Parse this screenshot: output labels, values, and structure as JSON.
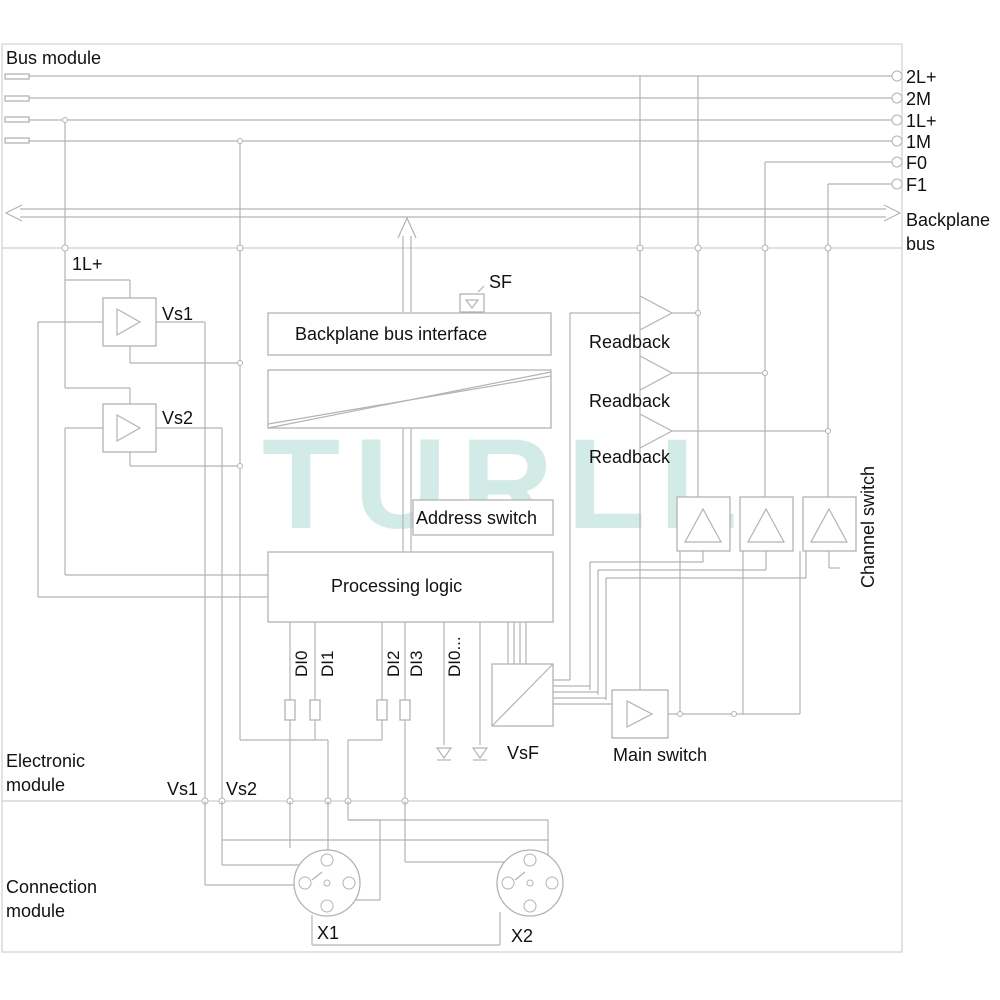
{
  "regions": {
    "bus_module": "Bus module",
    "electronic_module_line1": "Electronic",
    "electronic_module_line2": "module",
    "connection_module_line1": "Connection",
    "connection_module_line2": "module"
  },
  "terminals": [
    "2L+",
    "2M",
    "1L+",
    "1M",
    "F0",
    "F1"
  ],
  "backplane_line1": "Backplane",
  "backplane_line2": "bus",
  "supply_label": "1L+",
  "sensor_supplies": [
    "Vs1",
    "Vs2"
  ],
  "status_led": "SF",
  "blocks": {
    "backplane_interface": "Backplane bus interface",
    "address_switch": "Address switch",
    "processing_logic": "Processing logic",
    "main_switch": "Main switch",
    "vsf": "VsF",
    "channel_switch": "Channel switch"
  },
  "readbacks": [
    "Readback",
    "Readback",
    "Readback"
  ],
  "inputs": [
    "DI0",
    "DI1",
    "DI2",
    "DI3",
    "DI0..."
  ],
  "connection_supplies": [
    "Vs1",
    "Vs2"
  ],
  "connectors": [
    "X1",
    "X2"
  ],
  "watermark": "TURLL"
}
